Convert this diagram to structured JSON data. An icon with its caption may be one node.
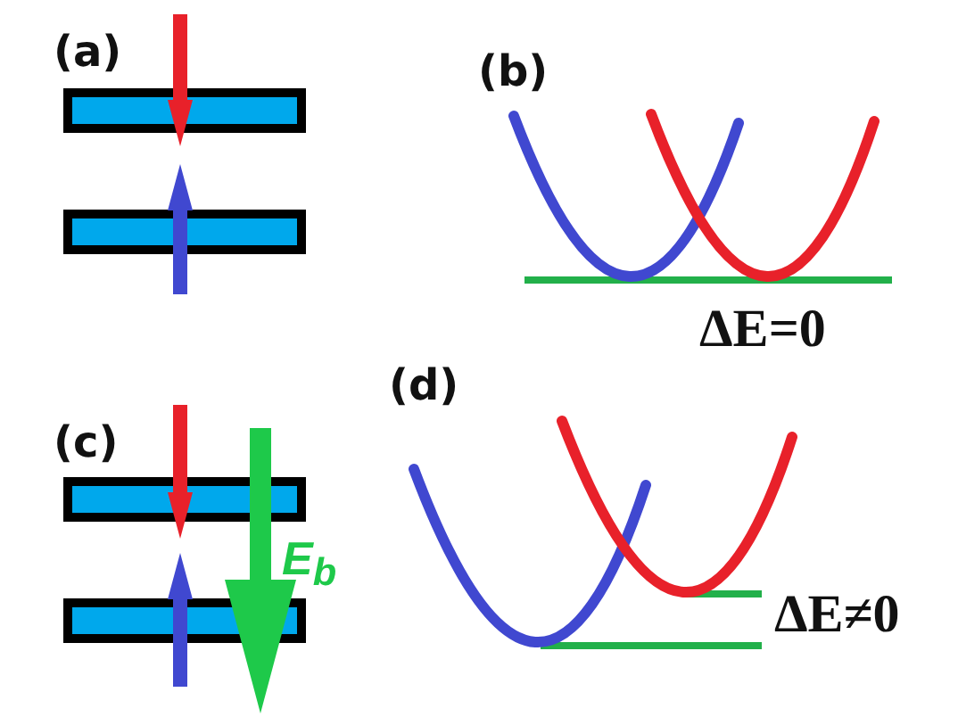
{
  "diagram": {
    "labels": [
      "(a)",
      "(b)",
      "ΔE=0",
      "(c)",
      "E$_{b}$",
      "(d)",
      "ΔE≠0"
    ]
  }
}
